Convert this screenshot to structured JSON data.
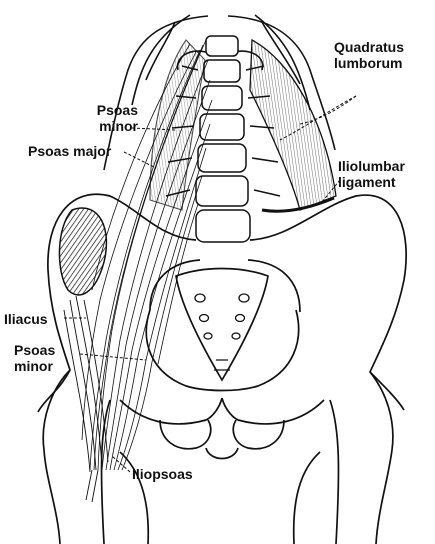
{
  "labels": {
    "quadratus_line1": "Quadratus",
    "quadratus_line2": "lumborum",
    "psoas_minor_top_line1": "Psoas",
    "psoas_minor_top_line2": "minor",
    "psoas_major": "Psoas major",
    "iliolumbar_line1": "Iliolumbar",
    "iliolumbar_line2": "ligament",
    "iliacus": "Iliacus",
    "psoas_minor_bottom_line1": "Psoas",
    "psoas_minor_bottom_line2": "minor",
    "iliopsoas": "Iliopsoas"
  },
  "colors": {
    "ink": "#111111",
    "paper": "#ffffff"
  }
}
